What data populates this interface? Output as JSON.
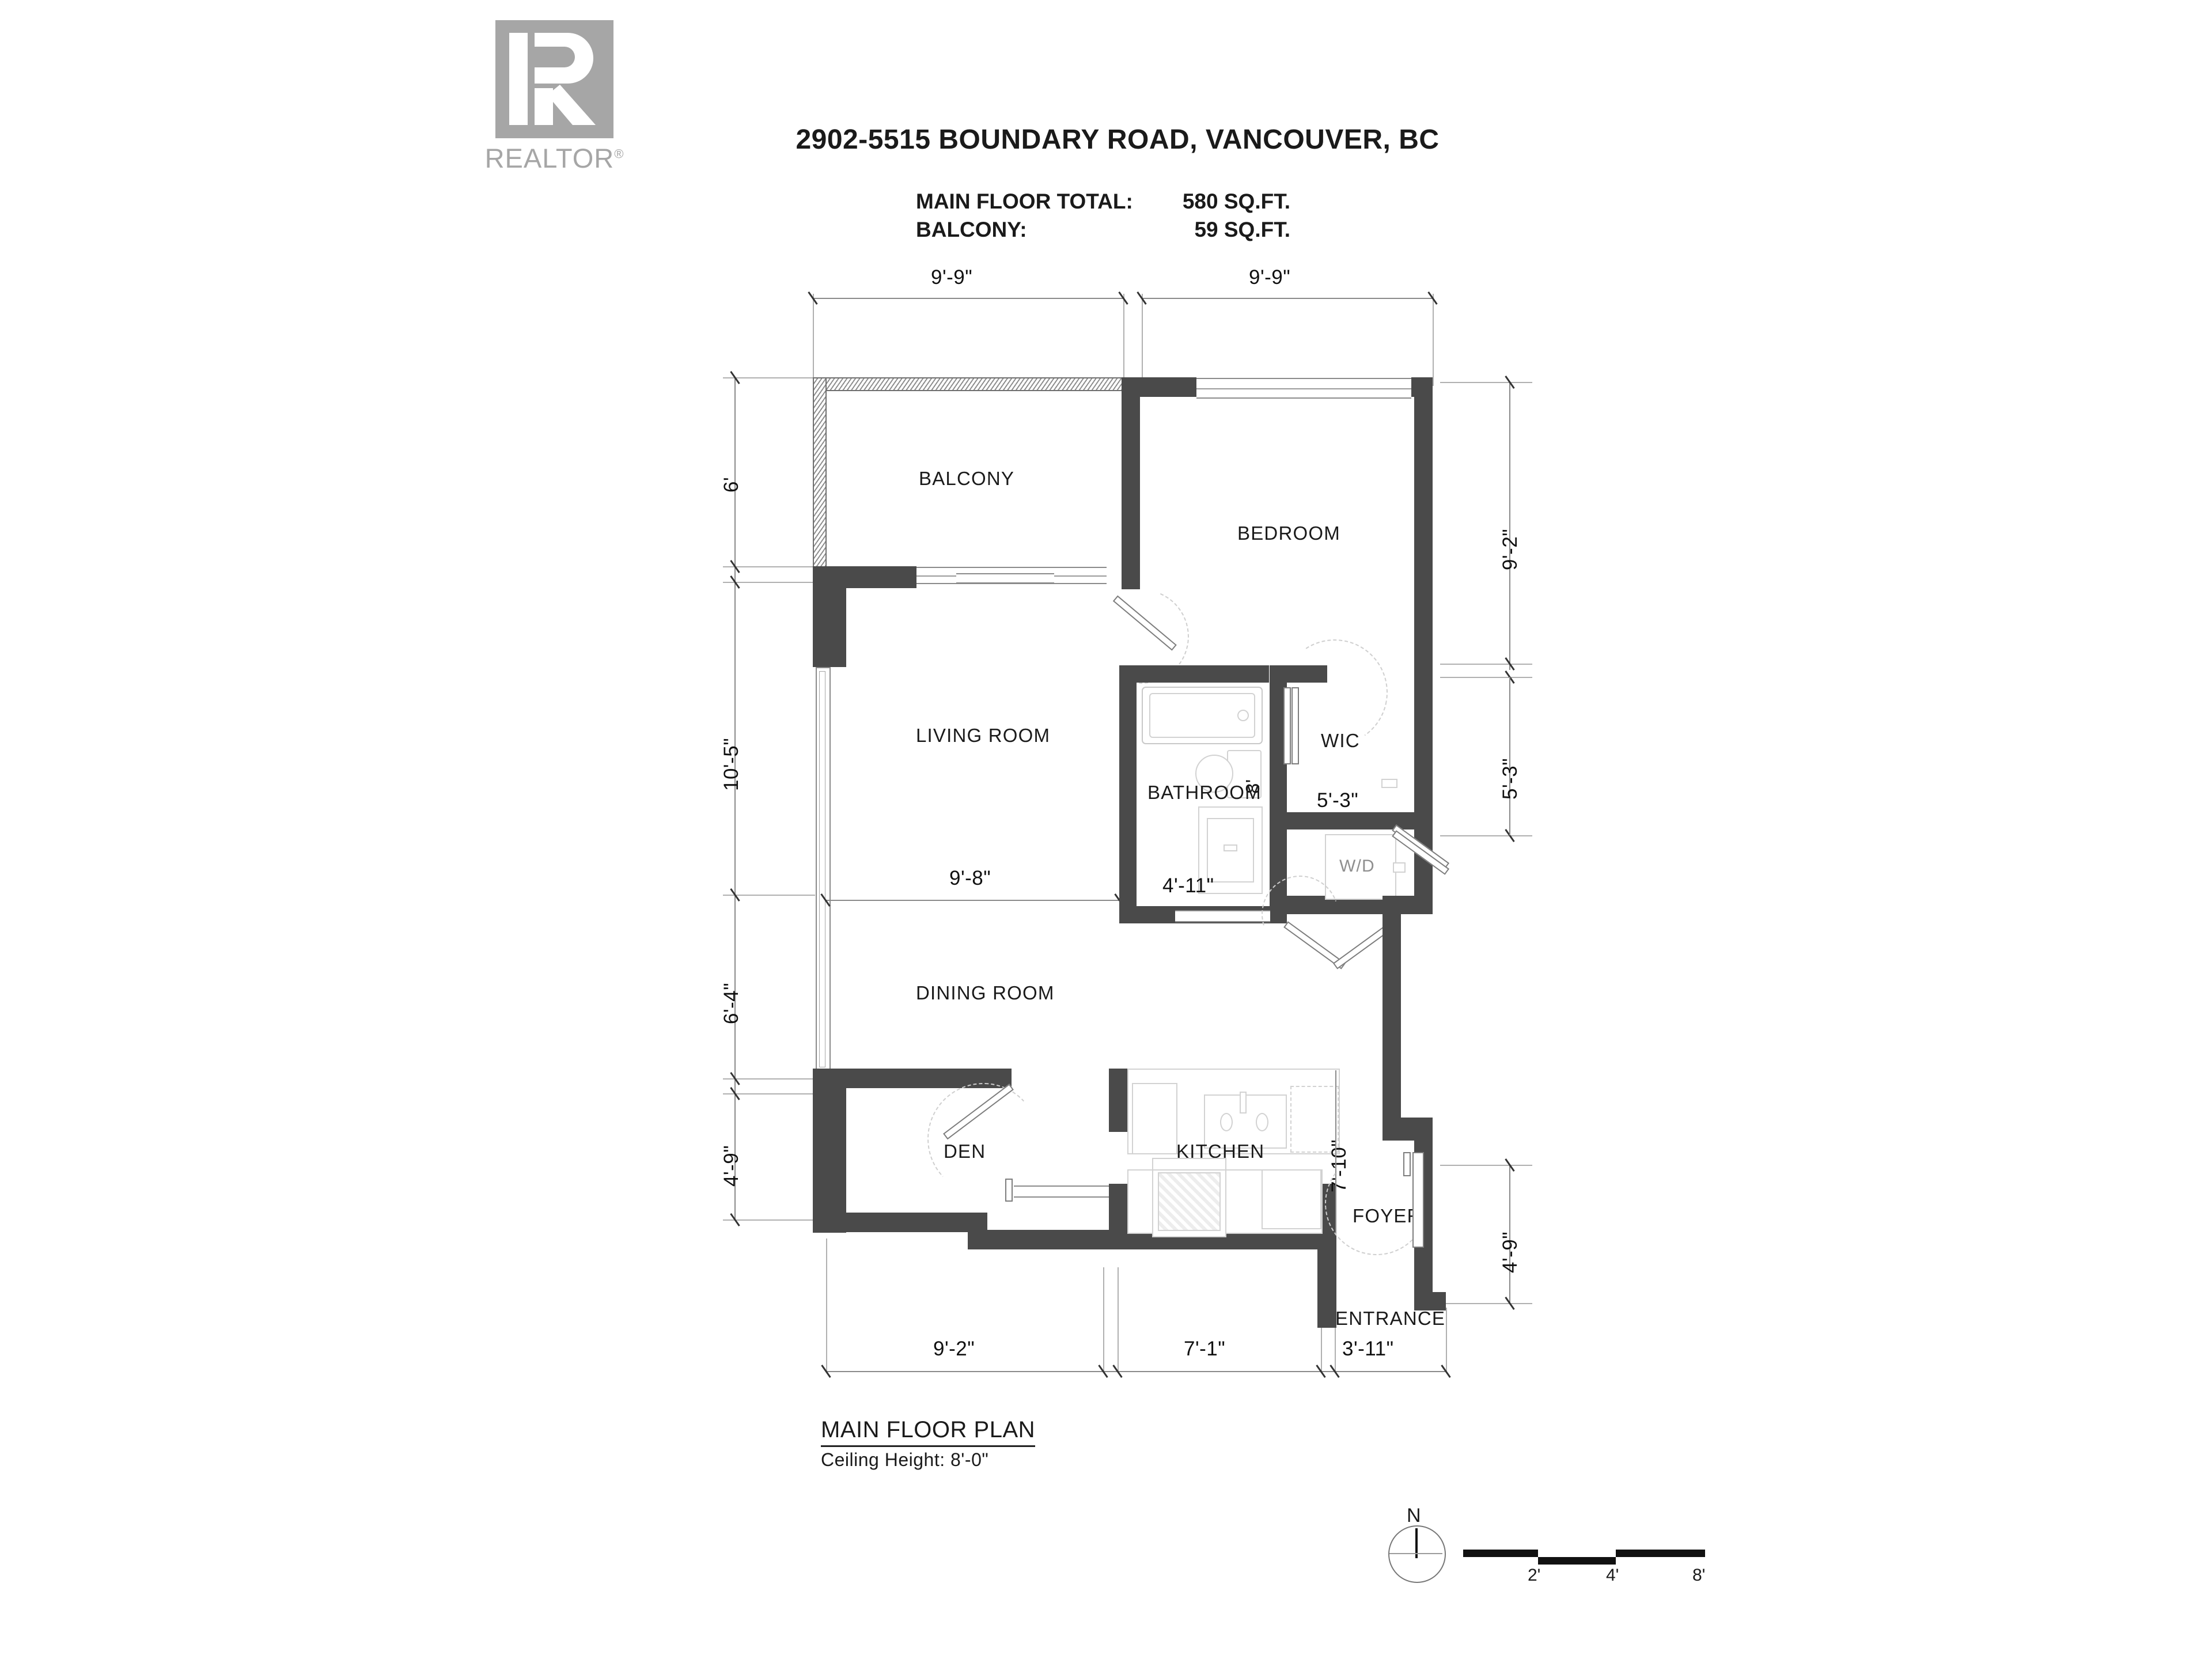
{
  "header": {
    "logo_text": "REALTOR",
    "logo_mark": "realtor-r-logo",
    "title": "2902-5515 BOUNDARY ROAD, VANCOUVER, BC",
    "totals": [
      {
        "label": "MAIN FLOOR TOTAL:",
        "value": "580 SQ.FT."
      },
      {
        "label": "BALCONY:",
        "value": "59 SQ.FT."
      }
    ]
  },
  "rooms": [
    {
      "name": "BALCONY"
    },
    {
      "name": "BEDROOM"
    },
    {
      "name": "LIVING ROOM"
    },
    {
      "name": "BATHROOM"
    },
    {
      "name": "WIC"
    },
    {
      "name": "DINING ROOM"
    },
    {
      "name": "DEN"
    },
    {
      "name": "KITCHEN"
    },
    {
      "name": "FOYER"
    },
    {
      "name": "ENTRANCE"
    },
    {
      "name": "W/D"
    }
  ],
  "dimensions": {
    "top": [
      "9'-9\"",
      "9'-9\""
    ],
    "left": [
      "6'",
      "10'-5\"",
      "6'-4\"",
      "4'-9\""
    ],
    "right": [
      "9'-2\"",
      "5'-3\"",
      "4'-9\""
    ],
    "bottom": [
      "9'-2\"",
      "7'-1\"",
      "3'-11\""
    ],
    "interior": {
      "living_width": "9'-8\"",
      "bathroom_width": "4'-11\"",
      "bathroom_height": "8'",
      "wic_width": "5'-3\"",
      "kitchen_height": "7'-10\""
    }
  },
  "footer": {
    "plan_title": "MAIN FLOOR PLAN",
    "ceiling": "Ceiling Height: 8'-0\"",
    "north_label": "N",
    "scale_ticks": [
      "2'",
      "4'",
      "8'"
    ]
  },
  "colors": {
    "wall": "#4a4a4a",
    "logo_gray": "#a6a6a6",
    "dimension_line": "#8a8a8a",
    "text": "#1a1a1a"
  }
}
